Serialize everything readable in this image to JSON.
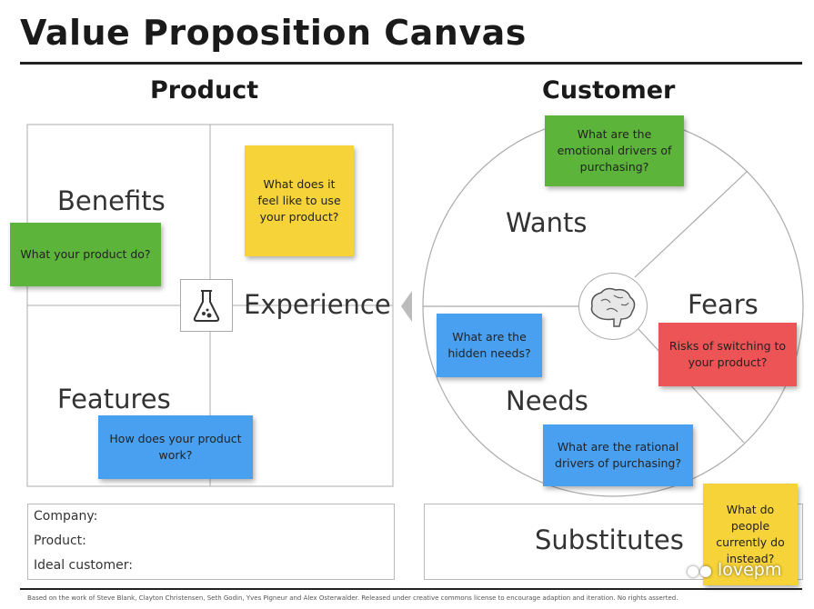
{
  "title": "Value Proposition Canvas",
  "product": {
    "heading": "Product",
    "benefits_label": "Benefits",
    "experience_label": "Experience",
    "features_label": "Features",
    "notes": {
      "benefits": "What your product do?",
      "experience": "What does it feel like to use your product?",
      "features": "How does your product work?"
    },
    "icon": "flask-icon"
  },
  "customer": {
    "heading": "Customer",
    "wants_label": "Wants",
    "fears_label": "Fears",
    "needs_label": "Needs",
    "notes": {
      "wants": "What are the emotional drivers of purchasing?",
      "needs_hidden": "What are the hidden needs?",
      "fears": "Risks of switching to your product?",
      "needs_rational": "What are the rational drivers of purchasing?"
    },
    "icon": "brain-icon"
  },
  "info": {
    "company": "Company:",
    "product": "Product:",
    "ideal_customer": "Ideal customer:"
  },
  "substitutes": {
    "label": "Substitutes",
    "note": "What do people currently do instead?"
  },
  "footer": "Based on the work of Steve Blank, Clayton Christensen, Seth Godin, Yves Pigneur and Alex Osterwalder. Released under creative commons license to encourage adaption and iteration. No rights asserted.",
  "watermark": "lovepm",
  "colors": {
    "green": "#5cb43a",
    "yellow": "#f7d33a",
    "blue": "#4aa0f0",
    "red": "#ec5455"
  }
}
